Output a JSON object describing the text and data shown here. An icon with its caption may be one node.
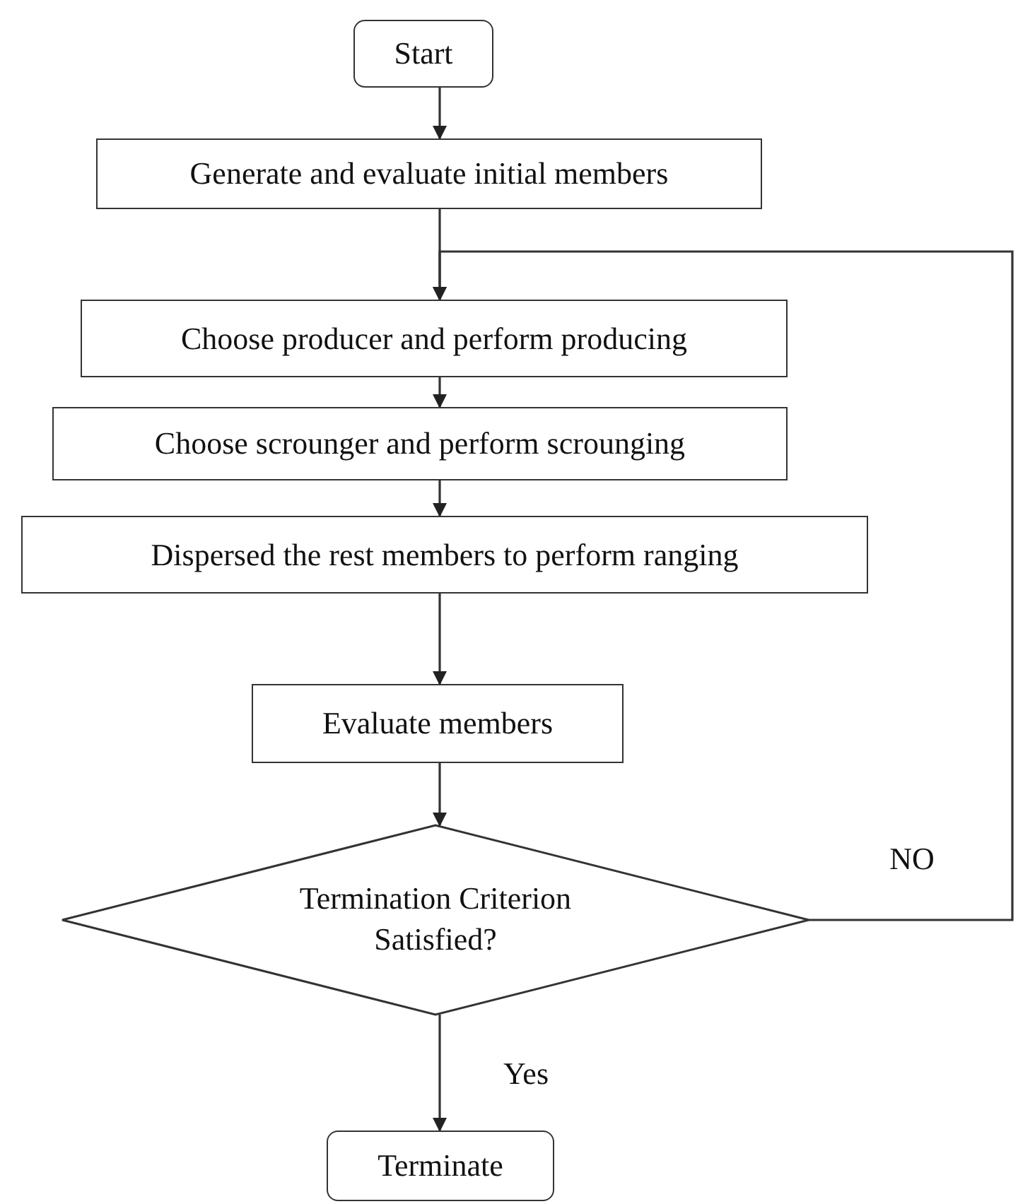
{
  "diagram": {
    "nodes": [
      {
        "text": [
          "Start"
        ]
      },
      {
        "text": [
          "Generate and evaluate initial members"
        ]
      },
      {
        "text": [
          "Choose producer and perform producing"
        ]
      },
      {
        "text": [
          "Choose scrounger and perform scrounging"
        ]
      },
      {
        "text": [
          "Dispersed the rest members to perform ranging"
        ]
      },
      {
        "text": [
          "Evaluate members"
        ]
      },
      {
        "text": [
          "Termination Criterion Satisfied?"
        ]
      },
      {
        "text": [
          "Terminate"
        ]
      }
    ],
    "edges": [
      {
        "from": 0,
        "to": 1,
        "arrow": "to"
      },
      {
        "from": 1,
        "to": 2,
        "arrow": "to"
      },
      {
        "from": 2,
        "to": 3,
        "arrow": "to"
      },
      {
        "from": 3,
        "to": 4,
        "arrow": "to"
      },
      {
        "from": 4,
        "to": 5,
        "arrow": "to"
      },
      {
        "from": 5,
        "to": 6,
        "arrow": "to"
      },
      {
        "from": 6,
        "to": 7,
        "arrow": "to",
        "label": "Yes"
      },
      {
        "from": 6,
        "to": 2,
        "arrow": "to",
        "label": "NO"
      }
    ]
  }
}
